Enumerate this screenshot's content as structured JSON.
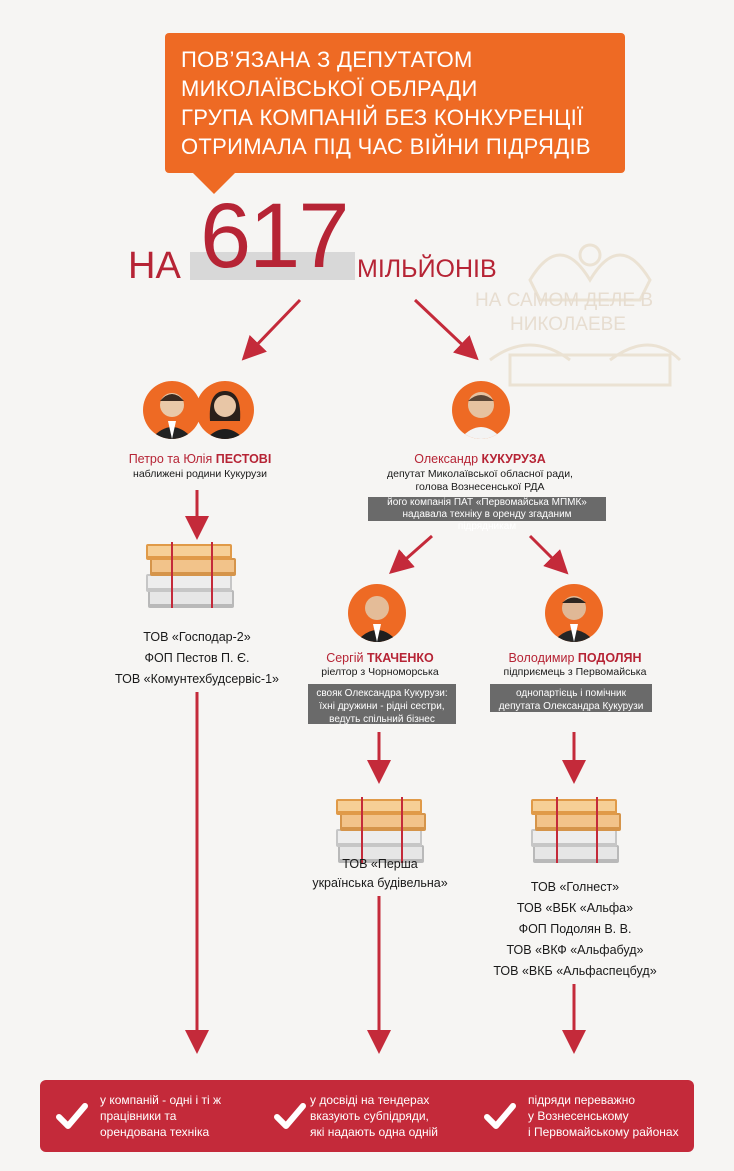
{
  "title_lines": [
    "ПОВ’ЯЗАНА З ДЕПУТАТОМ",
    "МИКОЛАЇВСЬКОЇ ОБЛРАДИ",
    "ГРУПА КОМПАНІЙ БЕЗ КОНКУРЕНЦІЇ",
    "ОТРИМАЛА ПІД ЧАС ВІЙНИ ПІДРЯДІВ"
  ],
  "amount": {
    "prefix": "НА",
    "number": "617",
    "suffix": "МІЛЬЙОНІВ"
  },
  "watermark": {
    "line1": "НА САМОМ ДЕЛЕ В",
    "line2": "НИКОЛАЕВЕ"
  },
  "colors": {
    "accent": "#ee6a24",
    "brand_red": "#b62435",
    "footer": "#c42a3a",
    "note_bg": "#6a6a6a"
  },
  "people": {
    "pestovi": {
      "first": "Петро та Юлія ",
      "last": "ПЕСТОВІ",
      "role": "наближені родини Кукурузи",
      "companies": [
        "ТОВ «Господар-2»",
        "ФОП Пестов П. Є.",
        "ТОВ «Комунтехбудсервіс-1»"
      ]
    },
    "kukuruza": {
      "first": "Олександр ",
      "last": "КУКУРУЗА",
      "role_lines": [
        "депутат Миколаївської обласної ради,",
        "голова Вознесенської РДА"
      ],
      "note_lines": [
        "його компанія ПАТ «Первомайська МПМК»",
        "надавала техніку в оренду згаданим підрядникам"
      ]
    },
    "tkachenko": {
      "first": "Сергій ",
      "last": "ТКАЧЕНКО",
      "role": "ріелтор з Чорноморська",
      "note_lines": [
        "свояк Олександра Кукурузи:",
        "їхні дружини - рідні сестри,",
        "ведуть спільний бізнес"
      ],
      "companies": [
        "ТОВ «Перша",
        "українська будівельна»"
      ]
    },
    "podolyan": {
      "first": "Володимир ",
      "last": "ПОДОЛЯН",
      "role": "підприємець з Первомайська",
      "note_lines": [
        "однопартієць і помічник",
        "депутата Олександра Кукурузи"
      ],
      "companies": [
        "ТОВ «Голнест»",
        "ТОВ «ВБК «Альфа»",
        "ФОП Подолян В. В.",
        "ТОВ «ВКФ «Альфабуд»",
        "ТОВ «ВКБ «Альфаспецбуд»"
      ]
    }
  },
  "footer": [
    {
      "lines": [
        "у компаній - одні і ті ж",
        "працівники та",
        "орендована техніка"
      ],
      "icon": "check-icon"
    },
    {
      "lines": [
        "у досвіді на тендерах",
        "вказують субпідряди,",
        "які надають одна одній"
      ],
      "icon": "check-icon"
    },
    {
      "lines": [
        "підряди переважно",
        "у Вознесенському",
        "і Первомайському районах"
      ],
      "icon": "check-icon"
    }
  ]
}
